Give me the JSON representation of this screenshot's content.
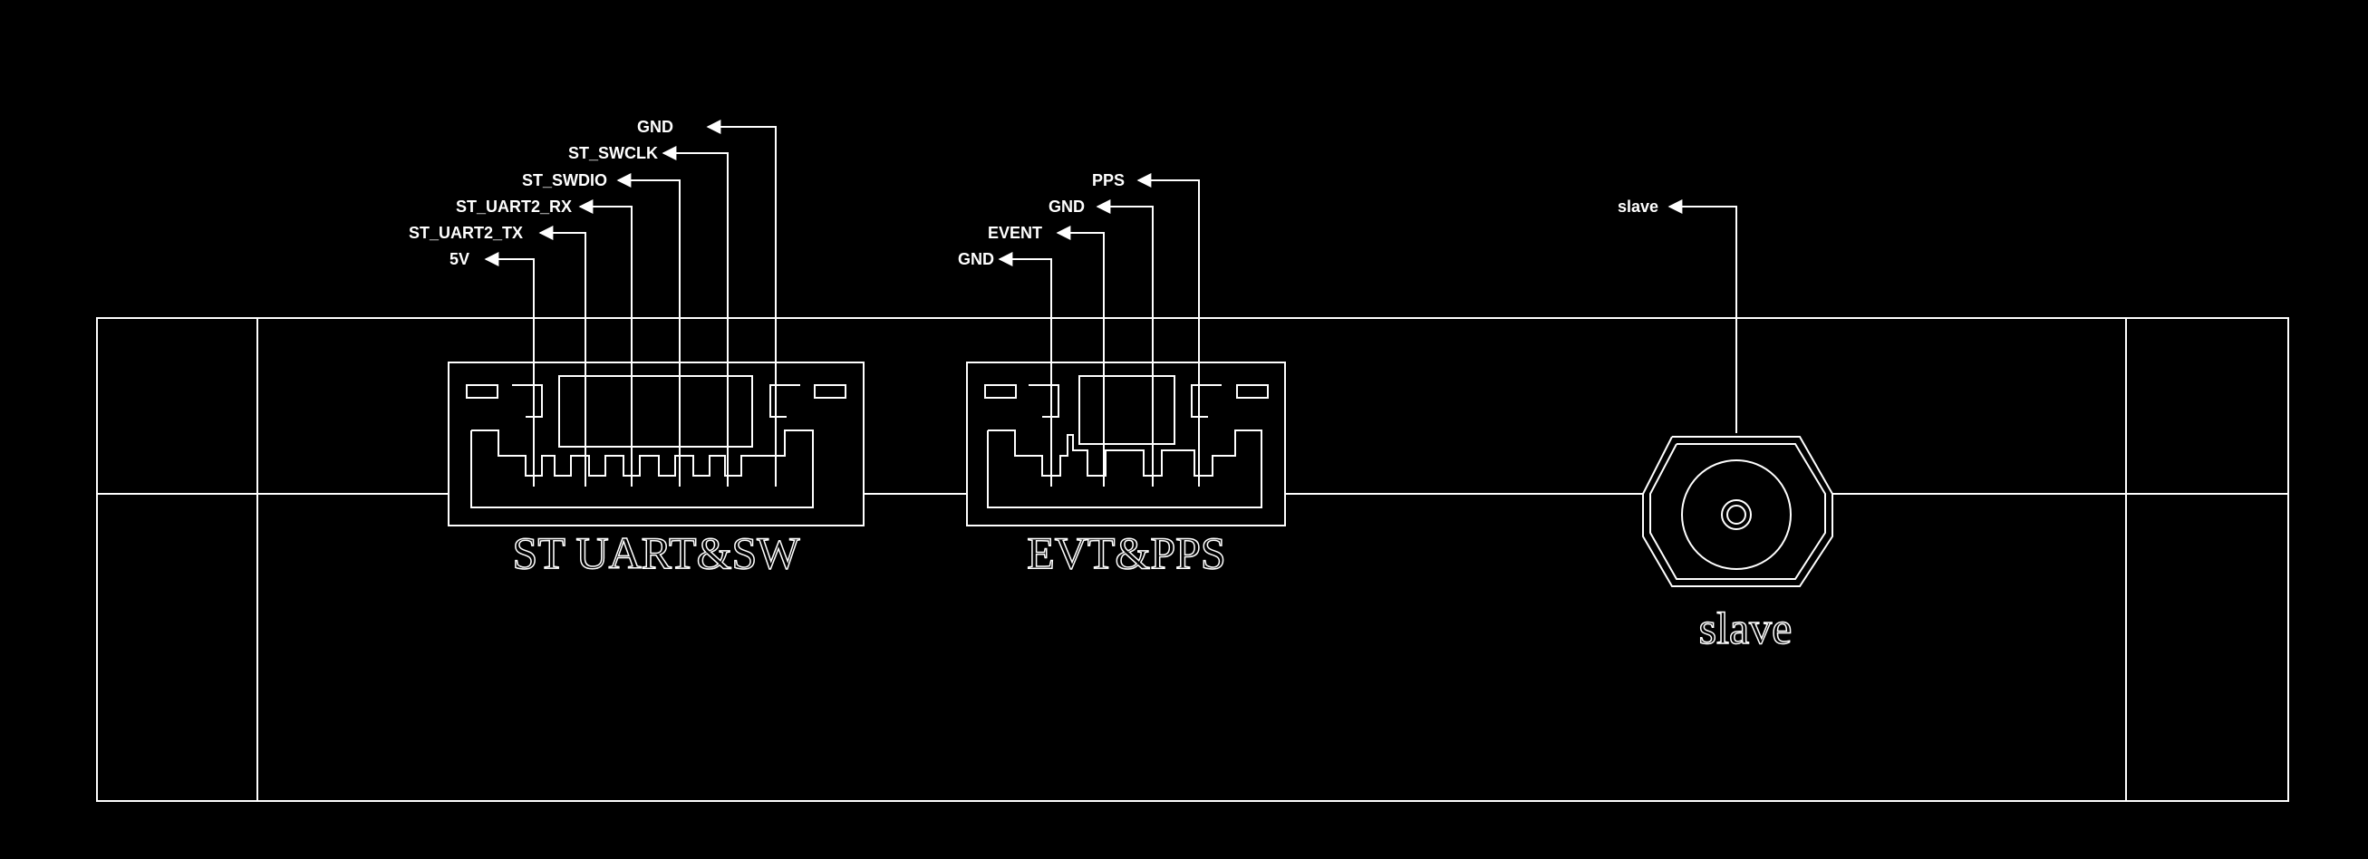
{
  "connectors": {
    "st_uart_sw": {
      "label": "ST UART&SW",
      "pins": [
        {
          "label": "5V"
        },
        {
          "label": "ST_UART2_TX"
        },
        {
          "label": "ST_UART2_RX"
        },
        {
          "label": "ST_SWDIO"
        },
        {
          "label": "ST_SWCLK"
        },
        {
          "label": "GND"
        }
      ]
    },
    "evt_pps": {
      "label": "EVT&PPS",
      "pins": [
        {
          "label": "GND"
        },
        {
          "label": "EVENT"
        },
        {
          "label": "GND"
        },
        {
          "label": "PPS"
        }
      ]
    },
    "slave": {
      "label": "slave",
      "pin_label": "slave"
    }
  },
  "colors": {
    "background": "#000000",
    "line": "#ffffff"
  }
}
